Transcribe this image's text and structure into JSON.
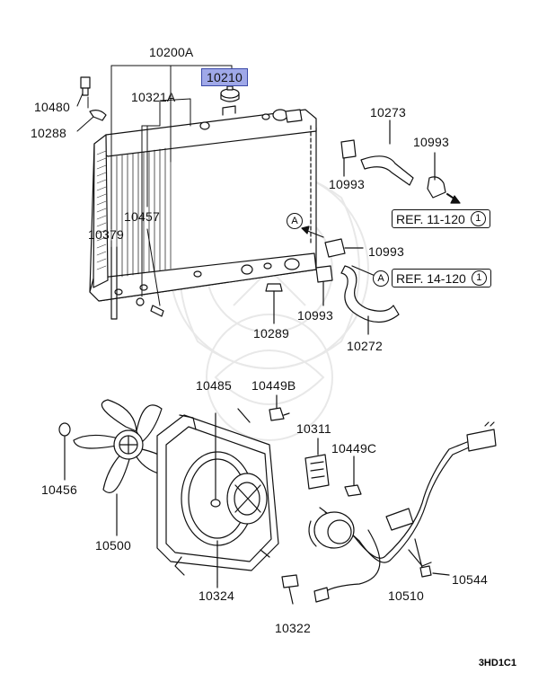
{
  "labels": {
    "radiator_assy": "10200A",
    "radiator_cap": "10210",
    "bolt_10480": "10480",
    "bracket_10288": "10288",
    "insulator_10321A": "10321A",
    "hose_10457": "10457",
    "tank_10379": "10379",
    "upper_hose": "10273",
    "clamp_10993_upper_right": "10993",
    "clamp_10993_upper_left": "10993",
    "clamp_10993_mid": "10993",
    "clamp_10993_lower": "10993",
    "drain_plug": "10289",
    "lower_hose": "10272",
    "fan_motor_bolt": "10485",
    "screw_10449B": "10449B",
    "connector_10311": "10311",
    "screw_10449C": "10449C",
    "nut_10456": "10456",
    "fan": "10500",
    "shroud": "10324",
    "harness": "10510",
    "clip_10544": "10544",
    "sensor_10322": "10322"
  },
  "refs": {
    "ref_upper": {
      "text": "REF. 11-120",
      "num": "1"
    },
    "ref_lower": {
      "text": "REF. 14-120",
      "num": "1"
    }
  },
  "markers": {
    "a_upper": "A",
    "a_lower": "A"
  },
  "diagram_code": "3HD1C1",
  "highlight_color": "#9fa8e8"
}
